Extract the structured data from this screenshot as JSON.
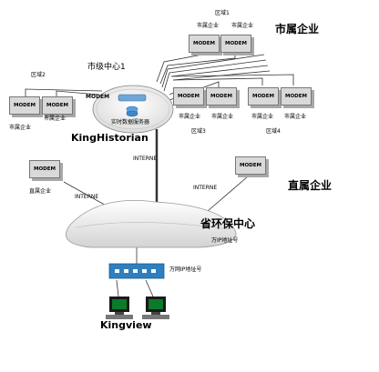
{
  "modem_label": "MODEM",
  "company_label": "市属企业",
  "sections": {
    "city_enterprises": "市属企业",
    "direct_enterprises": "直属企业",
    "provincial_center": "省环保中心"
  },
  "regions": [
    "区域1",
    "区域2",
    "区域3",
    "区域4"
  ],
  "city_center": {
    "title": "市级中心1",
    "server_caption": "实时数据服务器",
    "historian": "KingHistorian"
  },
  "links": {
    "internet_vertical": "INTERNE",
    "internet_left": "INTERNE",
    "internet_right": "INTERNE"
  },
  "direct_modem_caption": "直属企业",
  "province_right_caption": "万IP地址号",
  "switch_caption": "万网IP地址号",
  "kingview": "Kingview",
  "colors": {
    "line": "#333333",
    "switch": "#2f7fc0",
    "monitor": "#1a1a1a"
  }
}
